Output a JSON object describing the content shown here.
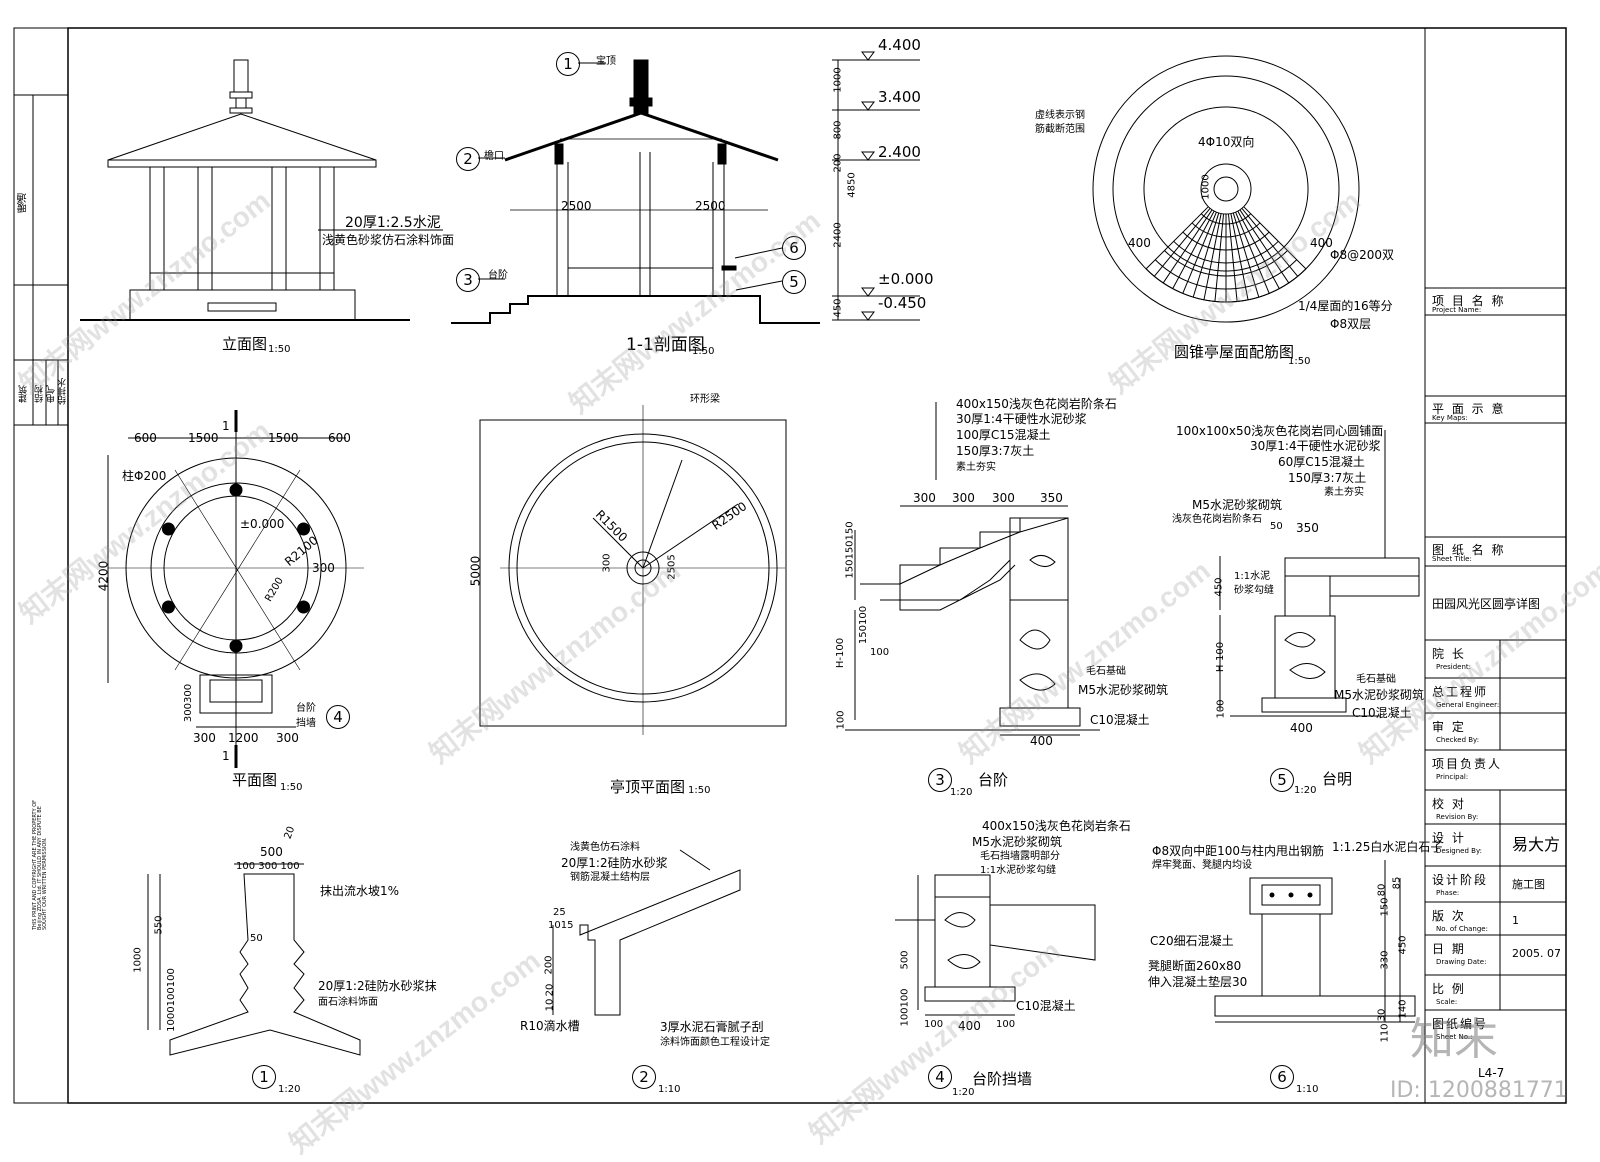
{
  "side_strip": {
    "top_label": "暖通",
    "labels": [
      "建筑",
      "结构",
      "电气",
      "给排水"
    ],
    "copyright": "THIS PRINT AND COPYRIGHT ARE THE PROPERTY OF Beijing ZDSA .Ltd. IT SHOULD IN ANY DISPUTE BE SOUGHT OUR WRITTEN PERMISSION."
  },
  "elevation": {
    "title": "立面图",
    "scale": "1:50",
    "note_line1": "20厚1:2.5水泥",
    "note_line2": "浅黄色砂浆仿石涂料饰面"
  },
  "section": {
    "title": "1-1剖面图",
    "scale": "1:50",
    "callouts": [
      {
        "num": "1",
        "text": "宝顶"
      },
      {
        "num": "2",
        "text": "檐口"
      },
      {
        "num": "3",
        "text": "台阶"
      },
      {
        "num": "6",
        "text": ""
      },
      {
        "num": "5",
        "text": ""
      }
    ],
    "dims": [
      "2500",
      "2500"
    ],
    "levels": [
      "4.400",
      "3.400",
      "2.400",
      "±0.000",
      "-0.450"
    ],
    "vdims": [
      "1000",
      "800",
      "200",
      "4850",
      "2400",
      "450"
    ]
  },
  "roof_rebar": {
    "title": "圆锥亭屋面配筋图",
    "scale": "1:50",
    "note1_line1": "虚线表示钢",
    "note1_line2": "筋截断范围",
    "rebar_top": "4Φ10双向",
    "dim_v": "1000",
    "dim_left": "400",
    "dim_right": "400",
    "rebar_right": "Φ8@200双",
    "div_line1": "1/4屋面的16等分",
    "div_line2": "Φ8双层"
  },
  "plan": {
    "title": "平面图",
    "scale": "1:50",
    "top_dims": [
      "600",
      "1500",
      "1500",
      "600"
    ],
    "col": "柱Φ200",
    "level": "±0.000",
    "radius": "R2100",
    "r_small": "R200",
    "side_300": "300",
    "height_dim": "4200",
    "cut": "1",
    "bottom_dims": [
      "300",
      "1200",
      "300"
    ],
    "left_dims": "300300",
    "step_label1": "台阶",
    "step_label2": "挡墙",
    "step_num": "4"
  },
  "roof_plan": {
    "title": "亭顶平面图",
    "scale": "1:50",
    "ring_beam": "环形梁",
    "r1": "R1500",
    "r2": "R2500",
    "d300": "300",
    "d2505": "2505",
    "dim5000": "5000"
  },
  "steps": {
    "num": "3",
    "title": "台阶",
    "scale": "1:20",
    "layers": [
      "400x150浅灰色花岗岩阶条石",
      "30厚1:4干硬性水泥砂浆",
      "100厚C15混凝土",
      "150厚3:7灰土",
      "素土夯实"
    ],
    "dims_top": [
      "300",
      "300",
      "300",
      "350"
    ],
    "vdims": "150150150",
    "vdim2": "150100",
    "h100": "H-100",
    "d100a": "100",
    "d100b": "100",
    "stone": "毛石基础",
    "mortar": "M5水泥砂浆砌筑",
    "c10": "C10混凝土",
    "d400": "400"
  },
  "platform": {
    "num": "5",
    "title": "台明",
    "scale": "1:20",
    "layers": [
      "100x100x50浅灰色花岗岩同心圆铺面",
      "30厚1:4干硬性水泥砂浆",
      "60厚C15混凝土",
      "150厚3:7灰土",
      "素土夯实"
    ],
    "m5_line1": "M5水泥砂浆砌筑",
    "m5_line2": "浅灰色花岗岩阶条石",
    "d50": "50",
    "d350": "350",
    "joint1": "1:1水泥",
    "joint2": "砂浆勾缝",
    "d450": "450",
    "h100": "H-100",
    "d100": "100",
    "stone": "毛石基础",
    "mortar": "M5水泥砂浆砌筑",
    "c10": "C10混凝土",
    "d400": "400"
  },
  "detail1": {
    "num": "1",
    "scale": "1:20",
    "d20": "20",
    "d500": "500",
    "d100_300_100": "100 300 100",
    "slope": "抹出流水坡1%",
    "vdims": "550",
    "d1000": "1000",
    "vstack": "1000100100",
    "d50": "50",
    "note_line1": "20厚1:2硅防水砂浆抹",
    "note_line2": "面石涂料饰面"
  },
  "detail2": {
    "num": "2",
    "scale": "1:10",
    "note_line1": "浅黄色仿石涂料",
    "note_line2": "20厚1:2硅防水砂浆",
    "note_line3": "钢筋混凝土结构层",
    "d25": "25",
    "d1015": "1015",
    "v200": "200",
    "v20": "20",
    "v10": "10",
    "r10": "R10滴水槽",
    "note_b1": "3厚水泥石膏腻子刮",
    "note_b2": "涂料饰面颜色工程设计定"
  },
  "detail4": {
    "num": "4",
    "title": "台阶挡墙",
    "scale": "1:20",
    "line1": "400x150浅灰色花岗岩条石",
    "line2": "M5水泥砂浆砌筑",
    "line3": "毛石挡墙露明部分",
    "line4": "1:1水泥砂浆勾缝",
    "d500": "500",
    "d100a": "100",
    "d100b": "100",
    "c10": "C10混凝土",
    "d100c": "100",
    "d400": "400",
    "d100d": "100"
  },
  "detail6": {
    "num": "6",
    "scale": "1:10",
    "line1": "Φ8双向中距100与柱内甩出钢筋",
    "line2": "焊牢凳面、凳腿内均设",
    "top_right": "1:1.25白水泥白石子",
    "c20": "C20细石混凝土",
    "leg1": "凳腿断面260x80",
    "leg2": "伸入混凝土垫层30",
    "vdims": [
      "80",
      "150",
      "85",
      "330",
      "450",
      "140",
      "30",
      "110"
    ]
  },
  "title_block": {
    "project_cn": "项 目 名 称",
    "project_en": "Project    Name:",
    "key_cn": "平 面 示 意",
    "key_en": "Key    Maps:",
    "sheet_cn": "图 纸 名 称",
    "sheet_en": "Sheet    Title:",
    "sheet_title": "田园风光区圆亭详图",
    "rows": [
      {
        "cn": "院  长",
        "en": "President:",
        "val": ""
      },
      {
        "cn": "总工程师",
        "en": "General Engineer:",
        "val": ""
      },
      {
        "cn": "审  定",
        "en": "Checked By:",
        "val": ""
      },
      {
        "cn": "项目负责人",
        "en": "Principal:",
        "val": ""
      },
      {
        "cn": "校  对",
        "en": "Revision By:",
        "val": ""
      },
      {
        "cn": "设  计",
        "en": "Designed By:",
        "val": "易大方"
      },
      {
        "cn": "设计阶段",
        "en": "Phase:",
        "val": "施工图"
      },
      {
        "cn": "版  次",
        "en": "No. of Change:",
        "val": "1"
      },
      {
        "cn": "日  期",
        "en": "Drawing Date:",
        "val": "2005. 07"
      },
      {
        "cn": "比  例",
        "en": "Scale:",
        "val": ""
      },
      {
        "cn": "图纸编号",
        "en": "Sheet No.:",
        "val": "L4-7"
      }
    ]
  },
  "watermarks": [
    "知末网www.znzmo.com",
    "知末",
    "ID: 1200881771"
  ]
}
